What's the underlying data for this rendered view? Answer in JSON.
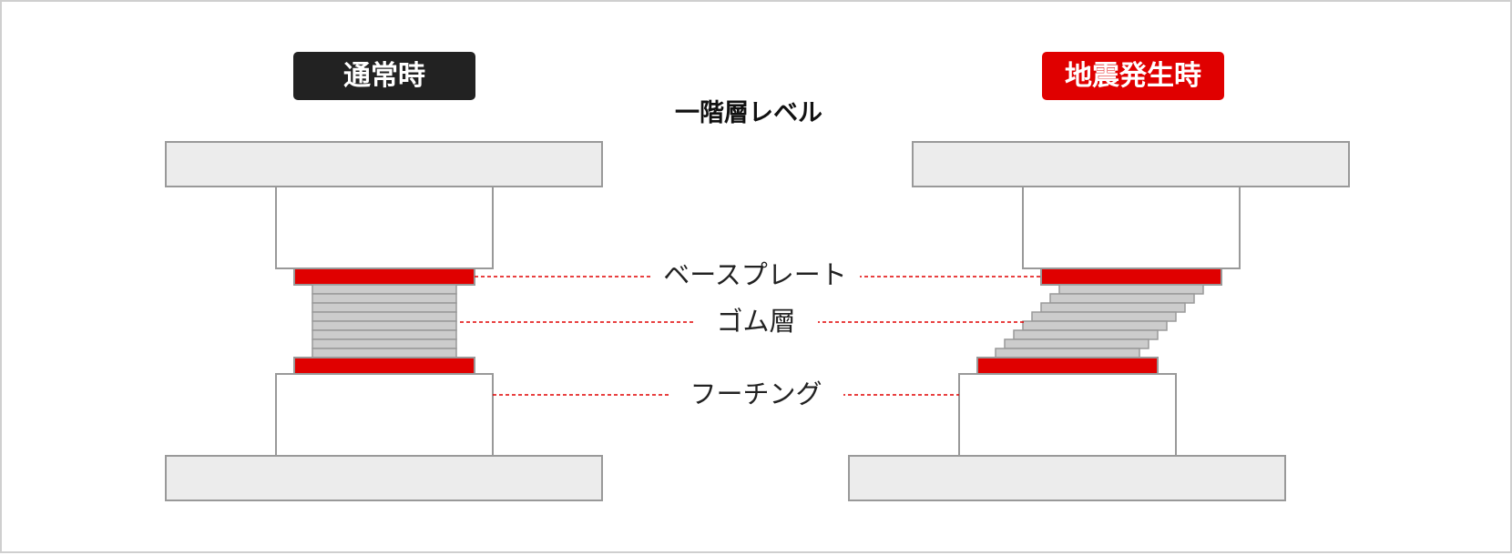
{
  "labels": {
    "normal": "通常時",
    "earthquake": "地震発生時",
    "floor_level": "一階層レベル",
    "base_plate": "ベースプレート",
    "rubber_layer": "ゴム層",
    "footing": "フーチング"
  },
  "colors": {
    "plate_red": "#e00000",
    "slab_gray": "#ececec",
    "rubber_gray": "#cccccc",
    "outline": "#999999",
    "leader_line": "#e00000"
  }
}
